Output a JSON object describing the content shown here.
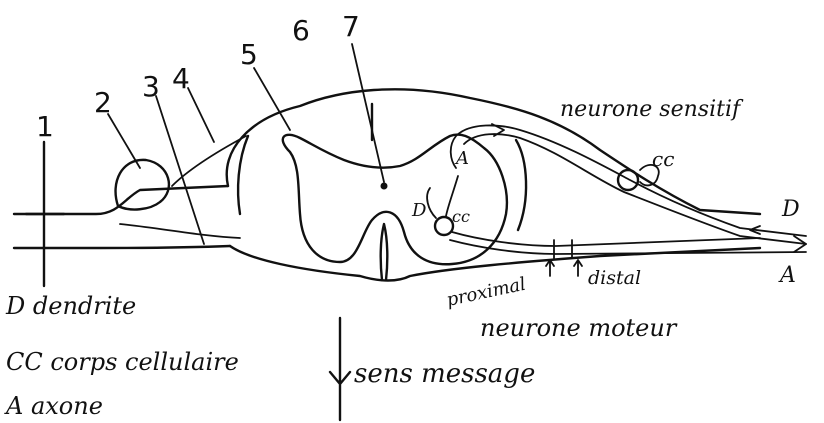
{
  "labels": {
    "numbers": [
      "1",
      "2",
      "3",
      "4",
      "5",
      "6",
      "7"
    ],
    "neurone_sensitif": "neurone sensitif",
    "neurone_moteur": "neurone moteur",
    "proximal": "proximal",
    "distal": "distal",
    "cc_right": "cc",
    "d_right": "D",
    "a_right": "A",
    "d_inner": "D",
    "a_inner": "A",
    "cc_inner": "cc"
  },
  "legend": {
    "d_line": "D dendrite",
    "cc_line": "CC corps cellulaire",
    "a_line": "A axone",
    "sens_message": "sens message"
  },
  "colors": {
    "ink": "#111111",
    "paper": "#ffffff"
  }
}
